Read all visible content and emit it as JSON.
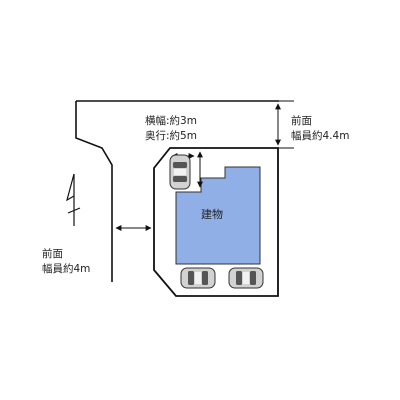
{
  "front_road_top": {
    "line1": "前面",
    "line2": "幅員約4.4m"
  },
  "front_road_left": {
    "line1": "前面",
    "line2": "幅員約4m"
  },
  "parking_dimensions": {
    "width": "横幅:約3m",
    "depth": "奥行:約5m"
  },
  "building": {
    "label": "建物"
  },
  "colors": {
    "building_fill": "#8fafe6",
    "building_stroke": "#333333",
    "line": "#111111",
    "car_body": "#cfcfcf",
    "car_glass": "#555555"
  },
  "icons": [
    "north-arrow-icon",
    "car-icon"
  ]
}
